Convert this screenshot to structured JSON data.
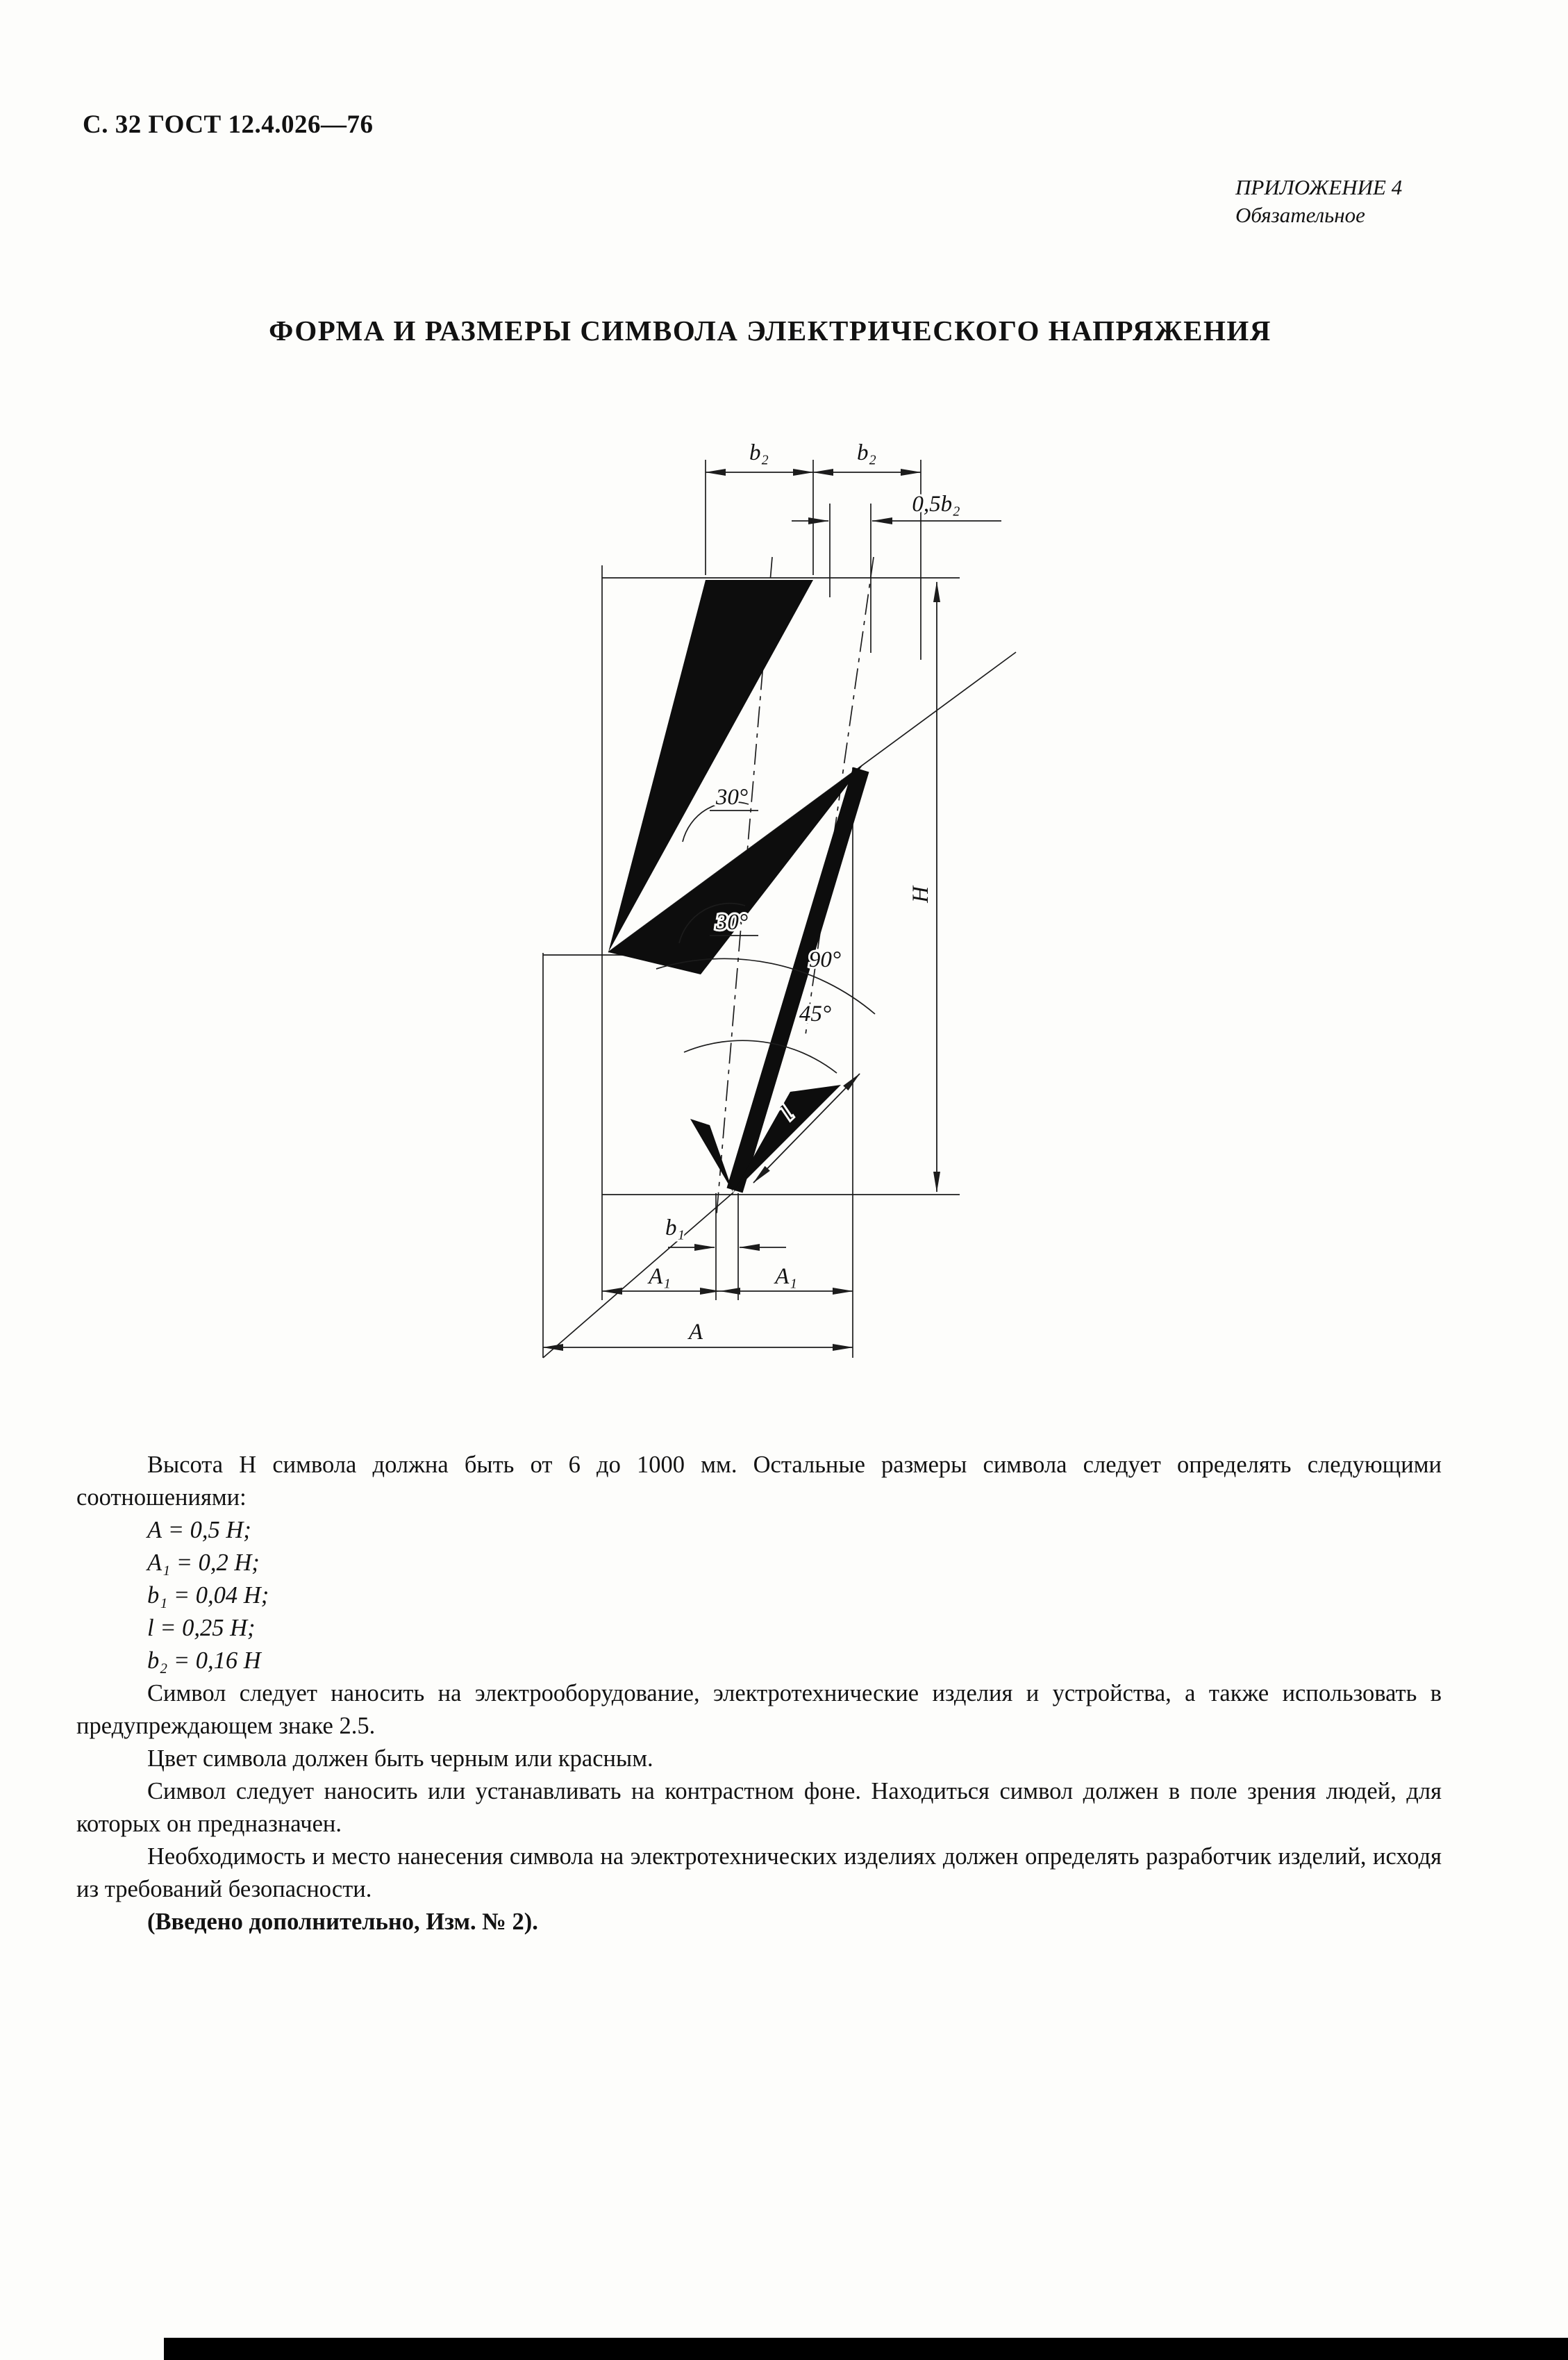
{
  "page": {
    "header_left": "С. 32 ГОСТ 12.4.026—76",
    "appendix_label": "ПРИЛОЖЕНИЕ  4",
    "appendix_type": "Обязательное",
    "title": "ФОРМА И РАЗМЕРЫ СИМВОЛА ЭЛЕКТРИЧЕСКОГО НАПРЯЖЕНИЯ"
  },
  "figure": {
    "labels": {
      "b2_left": "b₂",
      "b2_right": "b₂",
      "half_b2": "0,5b₂",
      "angle_30_upper": "30°",
      "angle_30_lower": "30°",
      "angle_90": "90°",
      "angle_45": "45°",
      "H": "H",
      "l": "l",
      "b1": "b₁",
      "A1_left": "A₁",
      "A1_right": "A₁",
      "A": "A"
    }
  },
  "body": {
    "p1": "Высота Н символа должна быть от 6 до 1000 мм. Остальные размеры символа следует определять следующими соотношениями:",
    "formulas": [
      "А = 0,5 Н;",
      "А₁ = 0,2 Н;",
      "b₁ = 0,04 Н;",
      "l = 0,25 Н;",
      "b₂ = 0,16 Н"
    ],
    "p2": "Символ следует наносить на электрооборудование, электротехнические изделия и устройства, а также использовать в предупреждающем знаке 2.5.",
    "p3": "Цвет символа должен быть черным или красным.",
    "p4": "Символ следует наносить или устанавливать на контрастном фоне. Находиться символ должен в поле зрения людей, для которых он предназначен.",
    "p5": "Необходимость и место нанесения символа на электротехнических изделиях должен определять разработчик изделий, исходя из требований безопасности.",
    "p6": "(Введено дополнительно, Изм. № 2)."
  }
}
